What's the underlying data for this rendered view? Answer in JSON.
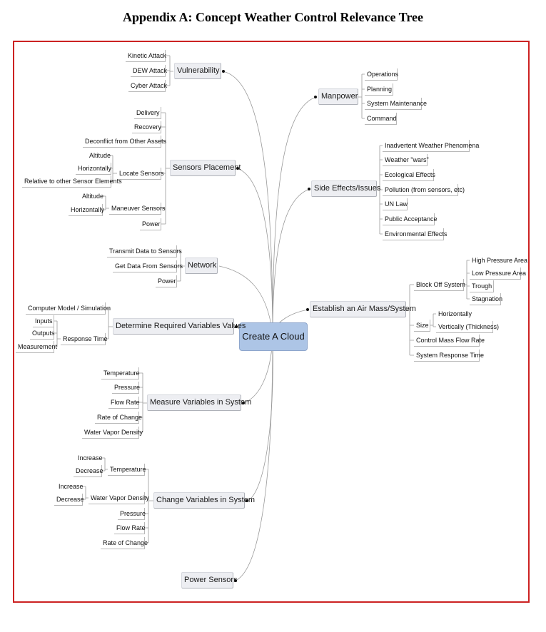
{
  "title": "Appendix A: Concept Weather Control Relevance Tree",
  "root": "Create A Cloud",
  "left": {
    "vulnerability": {
      "label": "Vulnerability",
      "items": [
        "Kinetic Attack",
        "DEW Attack",
        "Cyber Attack"
      ]
    },
    "sensors_placement": {
      "label": "Sensors Placement",
      "items": [
        "Delivery",
        "Recovery",
        "Deconflict from Other Assets"
      ],
      "locate": {
        "label": "Locate Sensors",
        "items": [
          "Altitude",
          "Horizontally",
          "Relative to other Sensor Elements"
        ]
      },
      "maneuver": {
        "label": "Maneuver Sensors",
        "items": [
          "Altitude",
          "Horizontally"
        ]
      },
      "power": "Power"
    },
    "network": {
      "label": "Network",
      "items": [
        "Transmit Data to Sensors",
        "Get Data From Sensors",
        "Power"
      ]
    },
    "determine": {
      "label": "Determine Required Variables Values",
      "model": "Computer Model / Simulation",
      "response": {
        "label": "Response Time",
        "items": [
          "Inputs",
          "Outputs",
          "Measurement"
        ]
      }
    },
    "measure": {
      "label": "Measure Variables in System",
      "items": [
        "Temperature",
        "Pressure",
        "Flow Rate",
        "Rate of Change",
        "Water Vapor Density"
      ]
    },
    "change": {
      "label": "Change Variables in System",
      "temperature": {
        "label": "Temperature",
        "items": [
          "Increase",
          "Decrease"
        ]
      },
      "water_vapor": {
        "label": "Water Vapor Density",
        "items": [
          "Increase",
          "Decrease"
        ]
      },
      "items": [
        "Pressure",
        "Flow Rate",
        "Rate of Change"
      ]
    },
    "power_sensors": {
      "label": "Power Sensors"
    }
  },
  "right": {
    "manpower": {
      "label": "Manpower",
      "items": [
        "Operations",
        "Planning",
        "System Maintenance",
        "Command"
      ]
    },
    "side_effects": {
      "label": "Side Effects/Issues",
      "items": [
        "Inadvertent Weather Phenomena",
        "Weather \"wars\"",
        "Ecological Effects",
        "Pollution (from sensors, etc)",
        "UN Law",
        "Public Acceptance",
        "Environmental Effects"
      ]
    },
    "air_mass": {
      "label": "Establish an Air Mass/System",
      "block_off": {
        "label": "Block Off System",
        "items": [
          "High Pressure Area",
          "Low Pressure Area",
          "Trough",
          "Stagnation"
        ]
      },
      "size": {
        "label": "Size",
        "items": [
          "Horizontally",
          "Vertically (Thickness)"
        ]
      },
      "items": [
        "Control Mass Flow Rate",
        "System Response Time"
      ]
    }
  }
}
